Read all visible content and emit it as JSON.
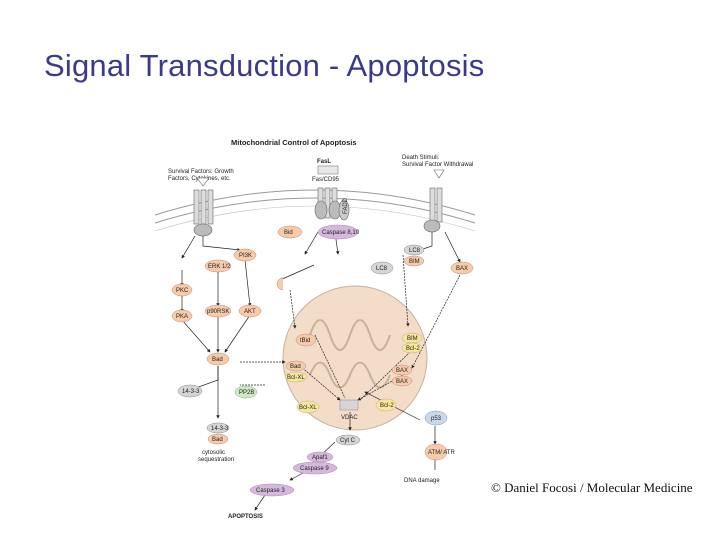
{
  "slide": {
    "title": "Signal Transduction - Apoptosis",
    "credit": "© Daniel Focosi / Molecular Medicine"
  },
  "diagram": {
    "title": "Mitochondrial Control of Apoptosis",
    "survival_label_1": "Survival Factors: Growth",
    "survival_label_2": "Factors, Cytokines, etc.",
    "fasl": "FasL",
    "fas_cd95": "Fas/CD95",
    "fadd": "FADD",
    "death_label_1": "Death Stimuli:",
    "death_label_2": "Survival Factor Withdrawal",
    "nodes": {
      "bid": "Bid",
      "caspase_8_10": "Caspase 8,10",
      "pi3k": "PI3K",
      "erk": "ERK 1/2",
      "pkc": "PKC",
      "pka": "PKA",
      "p90rsk": "p90RSK",
      "akt": "AKT",
      "lc8": "LC8",
      "bim_top": "BIM",
      "lc8_left": "LC8",
      "bax_right": "BAX",
      "tbid": "tBid",
      "bim_mid": "BIM",
      "bcl2_mid": "Bcl-2",
      "bad_left": "Bad",
      "bad_center": "Bad",
      "bclxl_center": "Bcl-XL",
      "bax_1": "BAX",
      "bax_2": "BAX",
      "bclxl_low": "Bcl-XL",
      "bcl2_low": "Bcl-2",
      "p14_3_3": "14-3-3",
      "pp2b": "PP2B",
      "p14_3_3_b": "14-3-3",
      "bad_low": "Bad",
      "vdac": "VDAC",
      "cytc": "Cyt C",
      "apaf": "Apaf1",
      "caspase9": "Caspase 9",
      "caspase3": "Caspase 3",
      "p53": "p53",
      "atm_atr": "ATM/ ATR",
      "dna_damage": "DNA damage",
      "apoptosis": "APOPTOSIS",
      "cytosolic_1": "cytosolic",
      "cytosolic_2": "sequestration"
    }
  },
  "colors": {
    "title": "#3a3a8a",
    "node_orange": "#f7cba8",
    "node_yellow": "#f6e79a",
    "node_green": "#cfe8c2",
    "node_grey": "#d6d6d6",
    "node_purple": "#d6b8dc",
    "node_blue": "#c8d7ea",
    "mito_fill": "#f3ddc8"
  }
}
